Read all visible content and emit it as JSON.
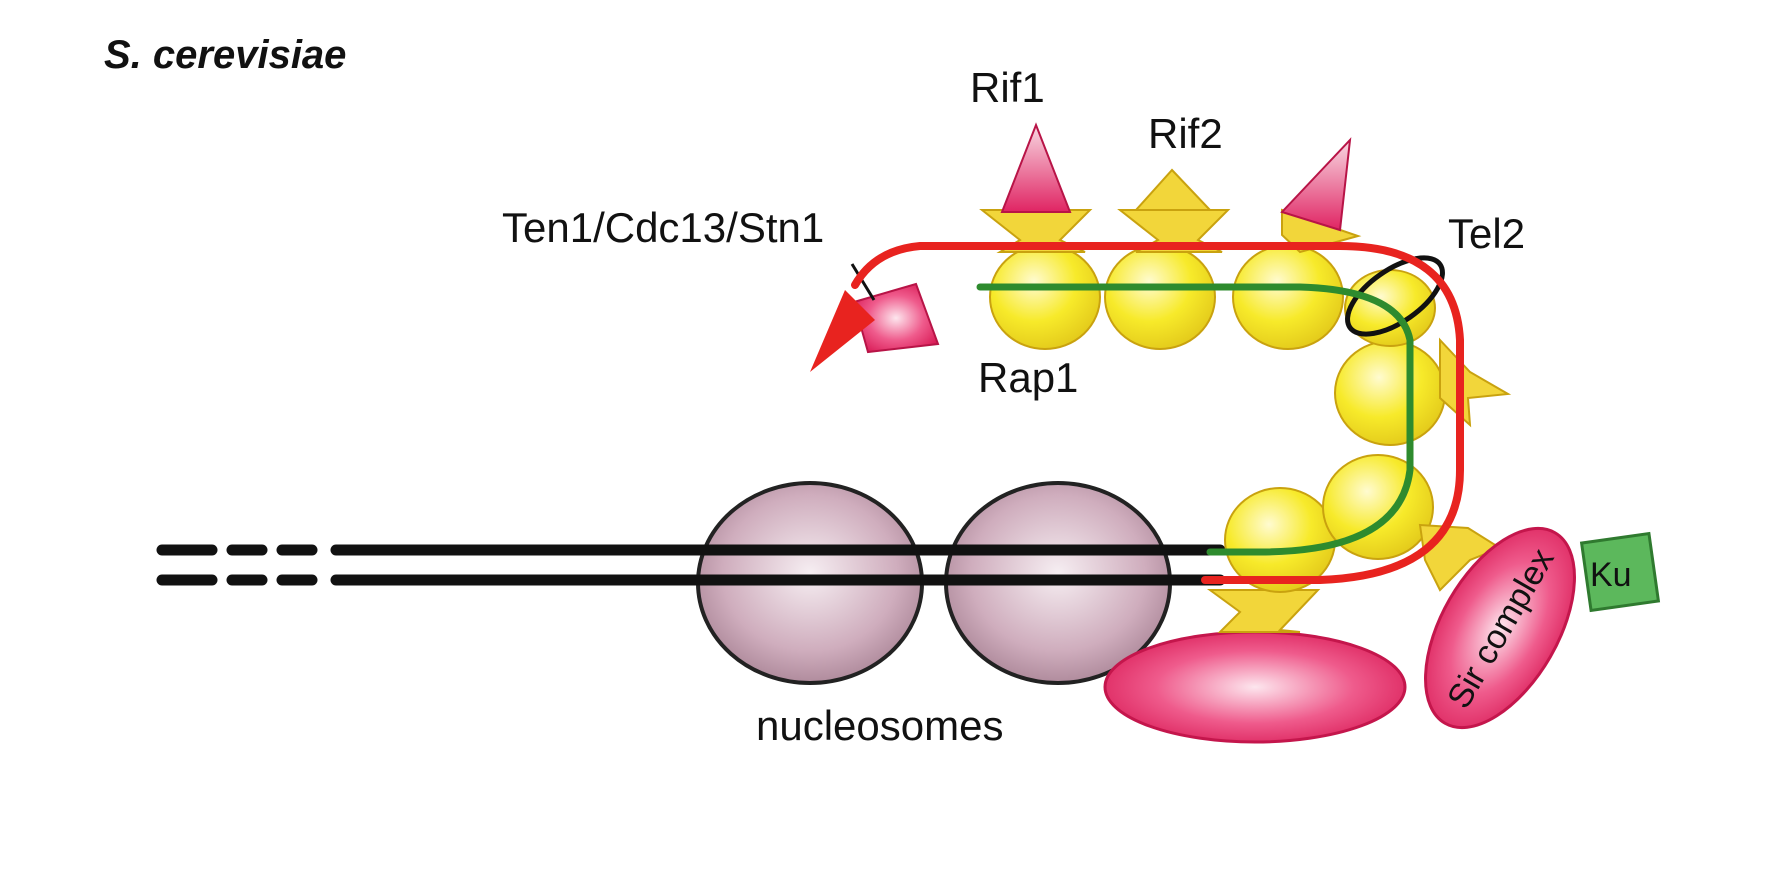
{
  "title": "S. cerevisiae",
  "labels": {
    "rif1": "Rif1",
    "rif2": "Rif2",
    "ten1_cdc13_stn1": "Ten1/Cdc13/Stn1",
    "tel2": "Tel2",
    "rap1": "Rap1",
    "nucleosomes": "nucleosomes",
    "sir_complex": "Sir complex",
    "ku": "Ku"
  },
  "colors": {
    "rap1_yellow": "#f7ea2a",
    "rif_yellow": "#f2d63a",
    "pink": "#e02463",
    "red_strand": "#e8231f",
    "green_strand": "#2e8b2e",
    "nucleosome": "#b892a4",
    "ku_green": "#5cb85c",
    "dna_black": "#111111"
  }
}
